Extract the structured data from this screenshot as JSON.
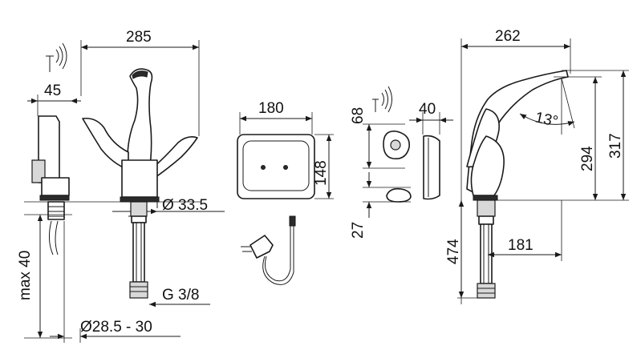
{
  "dimensions": {
    "left_width": "285",
    "left_sensor_offset": "45",
    "left_base_dia": "Ø 33.5",
    "left_thread": "G 3/8",
    "left_max": "max 40",
    "left_hole_dia": "Ø28.5 - 30",
    "sensor_width": "180",
    "sensor_height": "148",
    "small_sensor_height": "68",
    "small_sensor_depth": "40",
    "small_sensor_bottom": "27",
    "right_width": "262",
    "right_angle": "13°",
    "right_height_inner": "294",
    "right_height_outer": "317",
    "right_hose": "474",
    "right_reach": "181"
  },
  "icons": [
    "wireless-signal-icon",
    "wireless-signal-icon"
  ],
  "colors": {
    "line": "#1a1a1a",
    "background": "#ffffff"
  }
}
